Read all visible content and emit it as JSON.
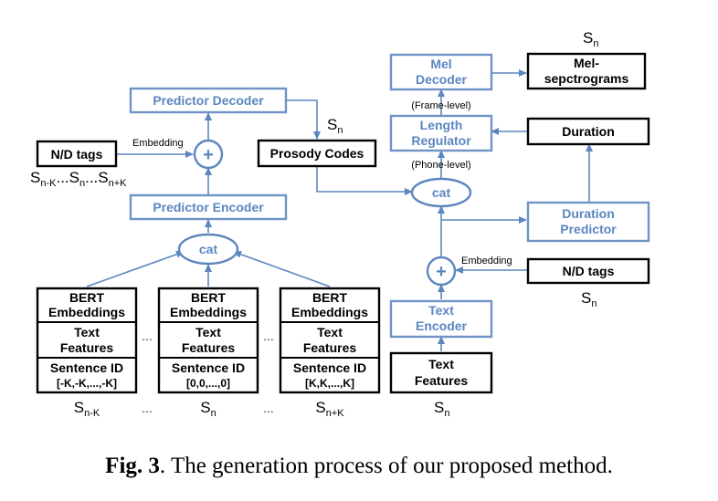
{
  "nodes": {
    "bert_embeddings": "BERT Embeddings",
    "text_features": "Text Features",
    "sentence_id": "Sentence ID",
    "sid_prev": "[-K,-K,...,-K]",
    "sid_cur": "[0,0,...,0]",
    "sid_next": "[K,K,...,K]",
    "cat": "cat",
    "predictor_encoder": "Predictor Encoder",
    "predictor_decoder": "Predictor Decoder",
    "nd_tags": "N/D tags",
    "prosody_codes": "Prosody Codes",
    "mel_decoder": "Mel Decoder",
    "mel_spectrograms": "Mel-sepctrograms",
    "length_regulator": "Length Regulator",
    "duration": "Duration",
    "duration_predictor": "Duration Predictor",
    "text_encoder": "Text Encoder",
    "plus": "+"
  },
  "edge_labels": {
    "embedding": "Embedding",
    "frame_level": "(Frame-level)",
    "phone_level": "(Phone-level)"
  },
  "symbols": {
    "s": "S",
    "n": "n",
    "n_minus_k": "n-K",
    "n_plus_k": "n+K",
    "ellipsis": "..."
  },
  "caption": {
    "label": "Fig. 3",
    "text": ". The generation process of our proposed method."
  }
}
